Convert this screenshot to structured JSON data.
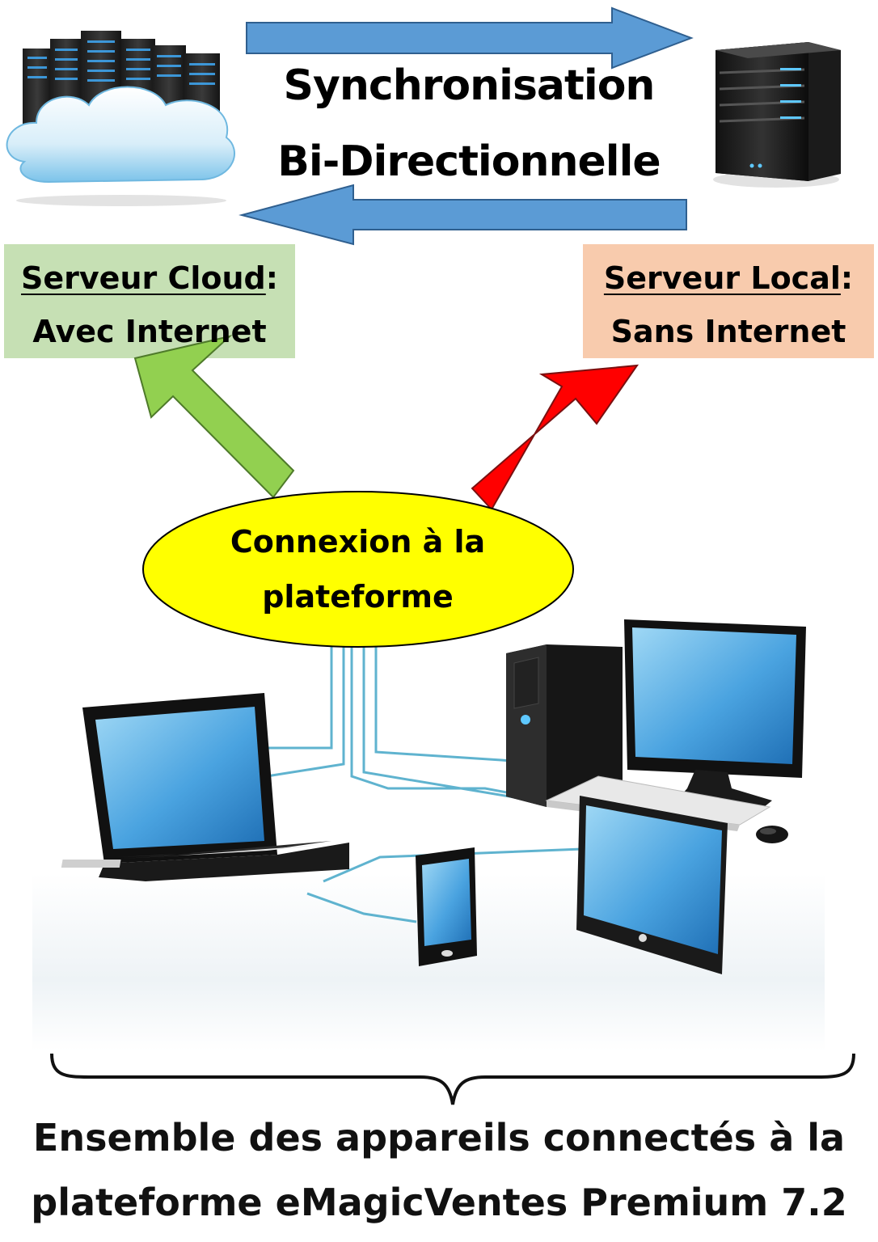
{
  "diagram": {
    "sync_line1": "Synchronisation",
    "sync_line2": "Bi-Directionnelle",
    "cloud_box": {
      "title": "Serveur Cloud",
      "colon": ":",
      "subtitle": "Avec Internet",
      "color": "#c6e0b4"
    },
    "local_box": {
      "title": "Serveur Local",
      "colon": ":",
      "subtitle": "Sans Internet",
      "color": "#f8cbad"
    },
    "ellipse": {
      "line1": "Connexion à la",
      "line2": "plateforme",
      "color": "#ffff00"
    },
    "footer_line1": "Ensemble des appareils connectés à la",
    "footer_line2": "plateforme eMagicVentes Premium 7.2",
    "colors": {
      "sync_arrow": "#5b9bd5",
      "cloud_arrow": "#92d050",
      "local_arrow": "#ff0000",
      "cable": "#5fb3cf"
    },
    "icons": [
      "cloud-server-icon",
      "local-server-icon",
      "laptop-icon",
      "desktop-tower-icon",
      "desktop-monitor-icon",
      "keyboard-icon",
      "mouse-icon",
      "smartphone-icon",
      "tablet-icon"
    ]
  }
}
